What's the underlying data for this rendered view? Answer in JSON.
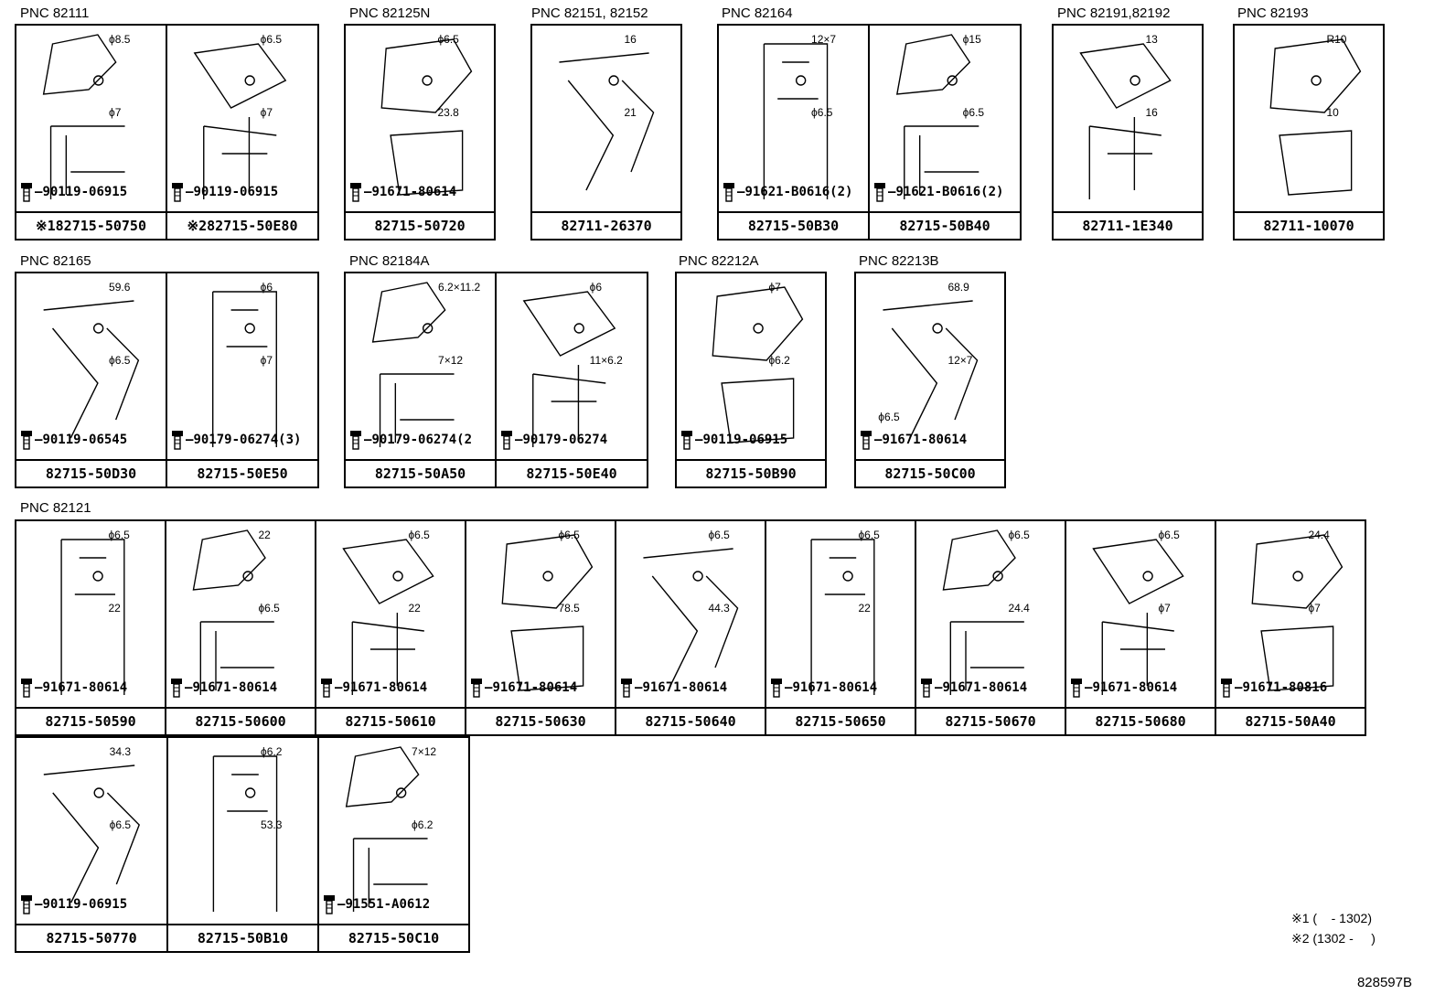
{
  "groups": [
    {
      "pnc": "PNC 82111",
      "cells": [
        {
          "part": "※182715-50750",
          "bolt": "90119-06915",
          "dims": [
            "ϕ8.5",
            "ϕ7"
          ]
        },
        {
          "part": "※282715-50E80",
          "bolt": "90119-06915",
          "dims": [
            "ϕ6.5",
            "ϕ7"
          ]
        }
      ]
    },
    {
      "pnc": "PNC 82125N",
      "cells": [
        {
          "part": "82715-50720",
          "bolt": "91671-80614",
          "dims": [
            "ϕ6.5",
            "23.8"
          ]
        }
      ]
    },
    {
      "pnc": "PNC 82151, 82152",
      "cells": [
        {
          "part": "82711-26370",
          "bolt": "",
          "dims": [
            "16",
            "21"
          ]
        }
      ]
    },
    {
      "pnc": "PNC 82164",
      "cells": [
        {
          "part": "82715-50B30",
          "bolt": "91621-B0616(2)",
          "dims": [
            "12×7",
            "ϕ6.5"
          ]
        },
        {
          "part": "82715-50B40",
          "bolt": "91621-B0616(2)",
          "dims": [
            "ϕ15",
            "ϕ6.5"
          ]
        }
      ]
    },
    {
      "pnc": "PNC 82191,82192",
      "cells": [
        {
          "part": "82711-1E340",
          "bolt": "",
          "dims": [
            "13",
            "16"
          ]
        }
      ]
    },
    {
      "pnc": "PNC 82193",
      "cells": [
        {
          "part": "82711-10070",
          "bolt": "",
          "dims": [
            "R10",
            "10"
          ]
        }
      ]
    },
    {
      "pnc": "PNC 82165",
      "cells": [
        {
          "part": "82715-50D30",
          "bolt": "90119-06545",
          "dims": [
            "59.6",
            "ϕ6.5"
          ]
        },
        {
          "part": "82715-50E50",
          "bolt": "90179-06274(3)",
          "dims": [
            "ϕ6",
            "ϕ7"
          ]
        }
      ]
    },
    {
      "pnc": "PNC 82184A",
      "cells": [
        {
          "part": "82715-50A50",
          "bolt": "90179-06274(2",
          "dims": [
            "6.2×11.2",
            "7×12"
          ]
        },
        {
          "part": "82715-50E40",
          "bolt": "90179-06274",
          "dims": [
            "ϕ6",
            "11×6.2"
          ]
        }
      ]
    },
    {
      "pnc": "PNC 82212A",
      "cells": [
        {
          "part": "82715-50B90",
          "bolt": "90119-06915",
          "dims": [
            "ϕ7",
            "ϕ6.2"
          ]
        }
      ]
    },
    {
      "pnc": "PNC 82213B",
      "cells": [
        {
          "part": "82715-50C00",
          "bolt": "91671-80614",
          "dims": [
            "68.9",
            "12×7",
            "ϕ6.5"
          ]
        }
      ]
    },
    {
      "pnc": "PNC 82121",
      "cells": [
        {
          "part": "82715-50590",
          "bolt": "91671-80614",
          "dims": [
            "ϕ6.5",
            "22"
          ]
        },
        {
          "part": "82715-50600",
          "bolt": "91671-80614",
          "dims": [
            "22",
            "ϕ6.5"
          ]
        },
        {
          "part": "82715-50610",
          "bolt": "91671-80614",
          "dims": [
            "ϕ6.5",
            "22"
          ]
        },
        {
          "part": "82715-50630",
          "bolt": "91671-80614",
          "dims": [
            "ϕ6.5",
            "78.5"
          ]
        },
        {
          "part": "82715-50640",
          "bolt": "91671-80614",
          "dims": [
            "ϕ6.5",
            "44.3"
          ]
        },
        {
          "part": "82715-50650",
          "bolt": "91671-80614",
          "dims": [
            "ϕ6.5",
            "22"
          ]
        },
        {
          "part": "82715-50670",
          "bolt": "91671-80614",
          "dims": [
            "ϕ6.5",
            "24.4"
          ]
        },
        {
          "part": "82715-50680",
          "bolt": "91671-80614",
          "dims": [
            "ϕ6.5",
            "ϕ7"
          ]
        },
        {
          "part": "82715-50A40",
          "bolt": "91671-80816",
          "dims": [
            "24.4",
            "ϕ7"
          ]
        }
      ]
    },
    {
      "pnc": "",
      "cells": [
        {
          "part": "82715-50770",
          "bolt": "90119-06915",
          "dims": [
            "34.3",
            "ϕ6.5"
          ]
        },
        {
          "part": "82715-50B10",
          "bolt": "",
          "dims": [
            "ϕ6.2",
            "53.3"
          ]
        },
        {
          "part": "82715-50C10",
          "bolt": "91551-A0612",
          "dims": [
            "7×12",
            "ϕ6.2"
          ]
        }
      ]
    }
  ],
  "notes": [
    "※1 (    - 1302)",
    "※2 (1302 -     )"
  ],
  "figure_id": "828597B"
}
